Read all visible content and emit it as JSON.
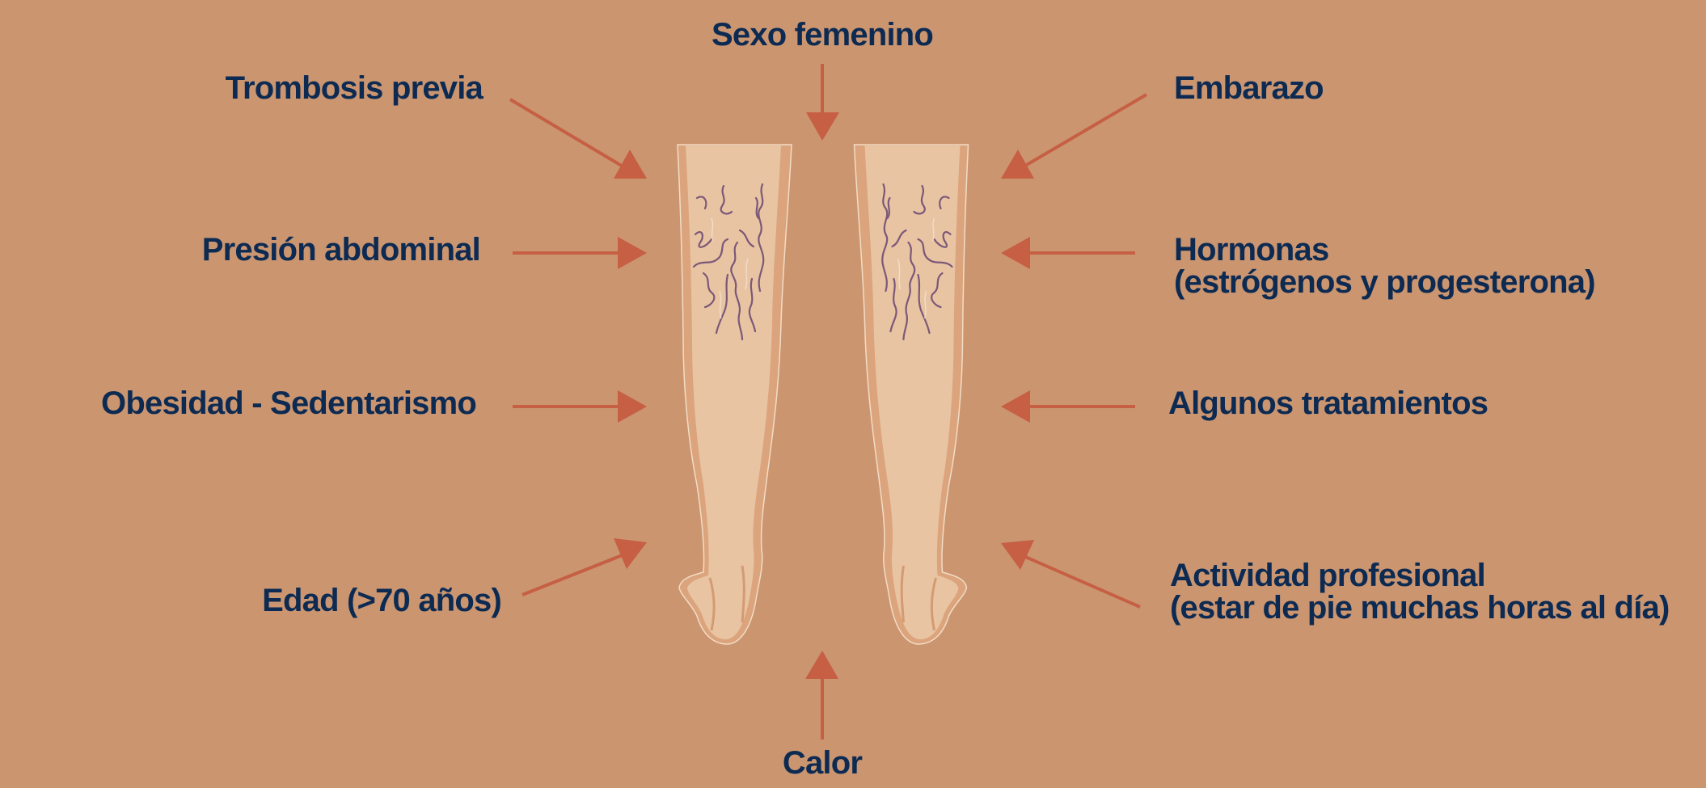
{
  "colors": {
    "background": "#cb9570",
    "arrow": "#c65f44",
    "text": "#0d2b52",
    "skin_light": "#e8c4a3",
    "skin_shadow": "#dba47c",
    "vein": "#7b5877"
  },
  "labels": {
    "top": "Sexo femenino",
    "bottom": "Calor",
    "left": [
      "Trombosis previa",
      "Presión abdominal",
      "Obesidad - Sedentarismo",
      "Edad (>70 años)"
    ],
    "right": [
      {
        "line1": "Embarazo"
      },
      {
        "line1": "Hormonas",
        "line2": "(estrógenos y progesterona)"
      },
      {
        "line1": "Algunos tratamientos"
      },
      {
        "line1": "Actividad profesional",
        "line2": "(estar de pie muchas horas al día)"
      }
    ]
  }
}
